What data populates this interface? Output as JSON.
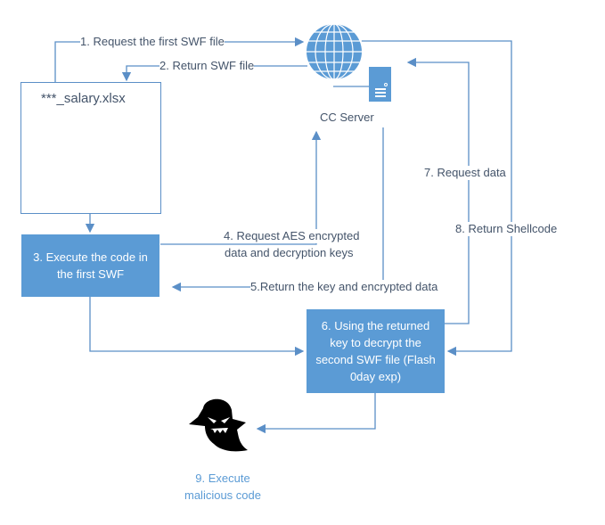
{
  "colors": {
    "line": "#5b8fc7",
    "box_fill": "#5b9bd5",
    "text": "#44546a",
    "excel_green": "#1d6f42"
  },
  "file_box": {
    "title": "***_salary.xlsx",
    "icon": "excel-icon"
  },
  "server": {
    "label": "CC Server",
    "globe_icon": "globe-icon",
    "server_icon": "server-icon"
  },
  "steps": {
    "s1": "1. Request the first SWF file",
    "s2": "2. Return SWF file",
    "s3": "3. Execute the code in the first SWF",
    "s4_line1": "4. Request AES encrypted",
    "s4_line2": "data and decryption keys",
    "s5": "5.Return the key and encrypted data",
    "s6": "6. Using the returned key to decrypt the second SWF file (Flash 0day exp)",
    "s7": "7. Request data",
    "s8": "8. Return Shellcode",
    "s9": "9. Execute malicious code"
  },
  "ghost_icon": "ghost-icon"
}
